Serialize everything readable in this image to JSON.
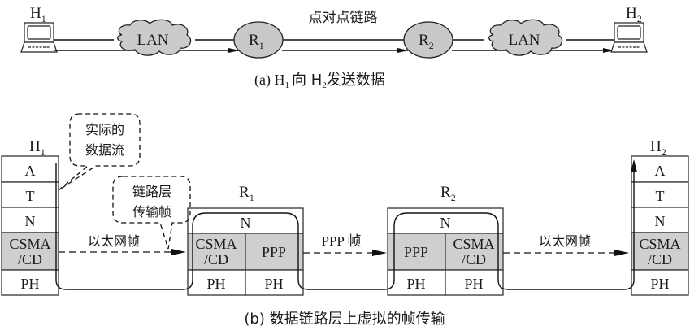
{
  "part_a": {
    "host_left": {
      "label": "H",
      "sub": "1"
    },
    "host_right": {
      "label": "H",
      "sub": "2"
    },
    "lan_left": "LAN",
    "lan_right": "LAN",
    "router1": {
      "label": "R",
      "sub": "1"
    },
    "router2": {
      "label": "R",
      "sub": "2"
    },
    "p2p_label": "点对点链路",
    "caption": {
      "prefix": "(a) H",
      "sub1": "1",
      "mid": "向 H",
      "sub2": "2",
      "suffix": "发送数据"
    }
  },
  "part_b": {
    "host1": {
      "label": "H",
      "sub": "1",
      "layers": [
        "A",
        "T",
        "N",
        "CSMA",
        "/CD",
        "PH"
      ]
    },
    "host2": {
      "label": "H",
      "sub": "2",
      "layers": [
        "A",
        "T",
        "N",
        "CSMA",
        "/CD",
        "PH"
      ]
    },
    "router1": {
      "label": "R",
      "sub": "1",
      "n": "N",
      "left_top": "CSMA",
      "left_bot": "/CD",
      "right": "PPP",
      "ph_left": "PH",
      "ph_right": "PH"
    },
    "router2": {
      "label": "R",
      "sub": "2",
      "n": "N",
      "left": "PPP",
      "right_top": "CSMA",
      "right_bot": "/CD",
      "ph_left": "PH",
      "ph_right": "PH"
    },
    "callout_data_flow": [
      "实际的",
      "数据流"
    ],
    "callout_link_frame": [
      "链路层",
      "传输帧"
    ],
    "frame_eth_left": "以太网帧",
    "frame_ppp": "PPP 帧",
    "frame_eth_right": "以太网帧",
    "caption": "(b) 数据链路层上虚拟的帧传输"
  }
}
